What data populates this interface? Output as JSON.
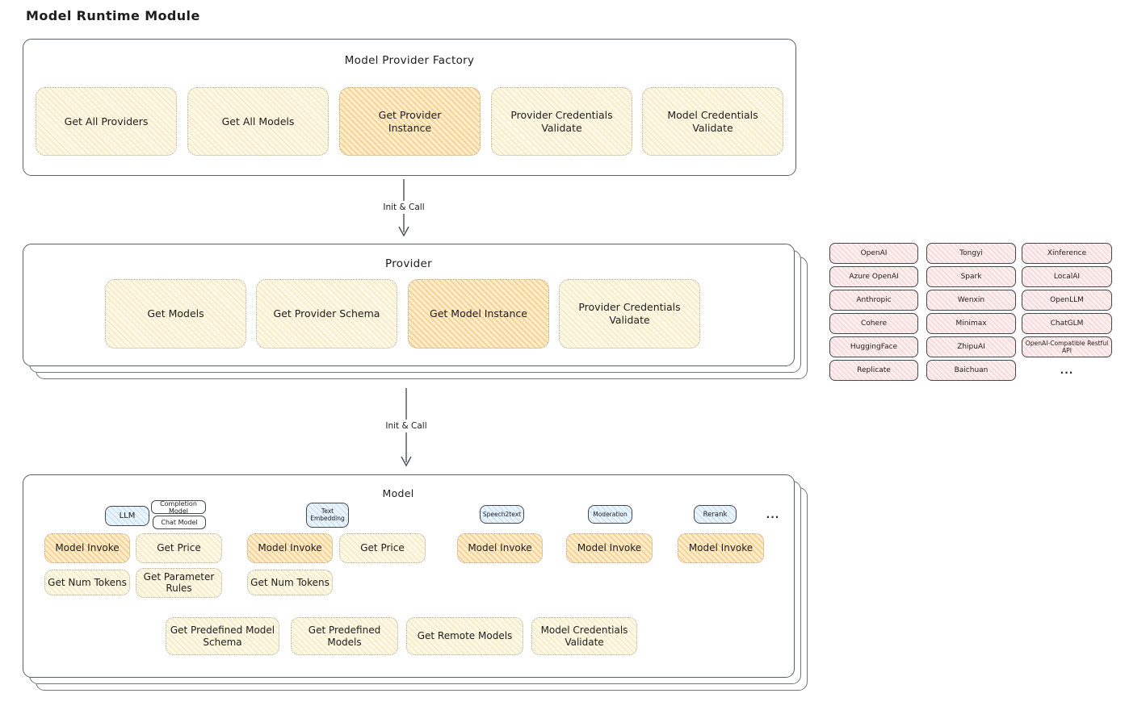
{
  "title": "Model Runtime Module",
  "arrow_label": "Init & Call",
  "factory": {
    "title": "Model Provider Factory",
    "buttons": [
      "Get All Providers",
      "Get All Models",
      "Get Provider Instance",
      "Provider Credentials Validate",
      "Model Credentials Validate"
    ]
  },
  "provider": {
    "title": "Provider",
    "buttons": [
      "Get Models",
      "Get Provider Schema",
      "Get Model Instance",
      "Provider Credentials Validate"
    ]
  },
  "providers_list": {
    "items": [
      "OpenAI",
      "Tongyi",
      "Xinference",
      "Azure OpenAI",
      "Spark",
      "LocalAI",
      "Anthropic",
      "Wenxin",
      "OpenLLM",
      "Cohere",
      "Minimax",
      "ChatGLM",
      "HuggingFace",
      "ZhipuAI",
      "OpenAI-Compatible Restful API",
      "Replicate",
      "Baichuan"
    ],
    "more": "..."
  },
  "model": {
    "title": "Model",
    "types": [
      "LLM",
      "Completion Model",
      "Chat Model",
      "Text Embedding",
      "Speech2text",
      "Moderation",
      "Rerank"
    ],
    "types_more": "...",
    "ops": {
      "model_invoke": "Model Invoke",
      "get_price": "Get Price",
      "get_num_tokens": "Get Num Tokens",
      "get_parameter_rules": "Get Parameter Rules"
    },
    "bottom_buttons": [
      "Get Predefined Model Schema",
      "Get Predefined Models",
      "Get Remote Models",
      "Model Credentials Validate"
    ]
  },
  "colors": {
    "yellow_fill": "#fdf8e6",
    "yellow_hatch": "#e9c46a",
    "orange_fill": "#fcecca",
    "orange_hatch": "#f3a93e",
    "pink_fill": "#fdeeee",
    "pink_hatch": "#e08c8c",
    "blue_fill": "#eaf4fd",
    "blue_hatch": "#78aadc",
    "stroke": "#43484e"
  }
}
